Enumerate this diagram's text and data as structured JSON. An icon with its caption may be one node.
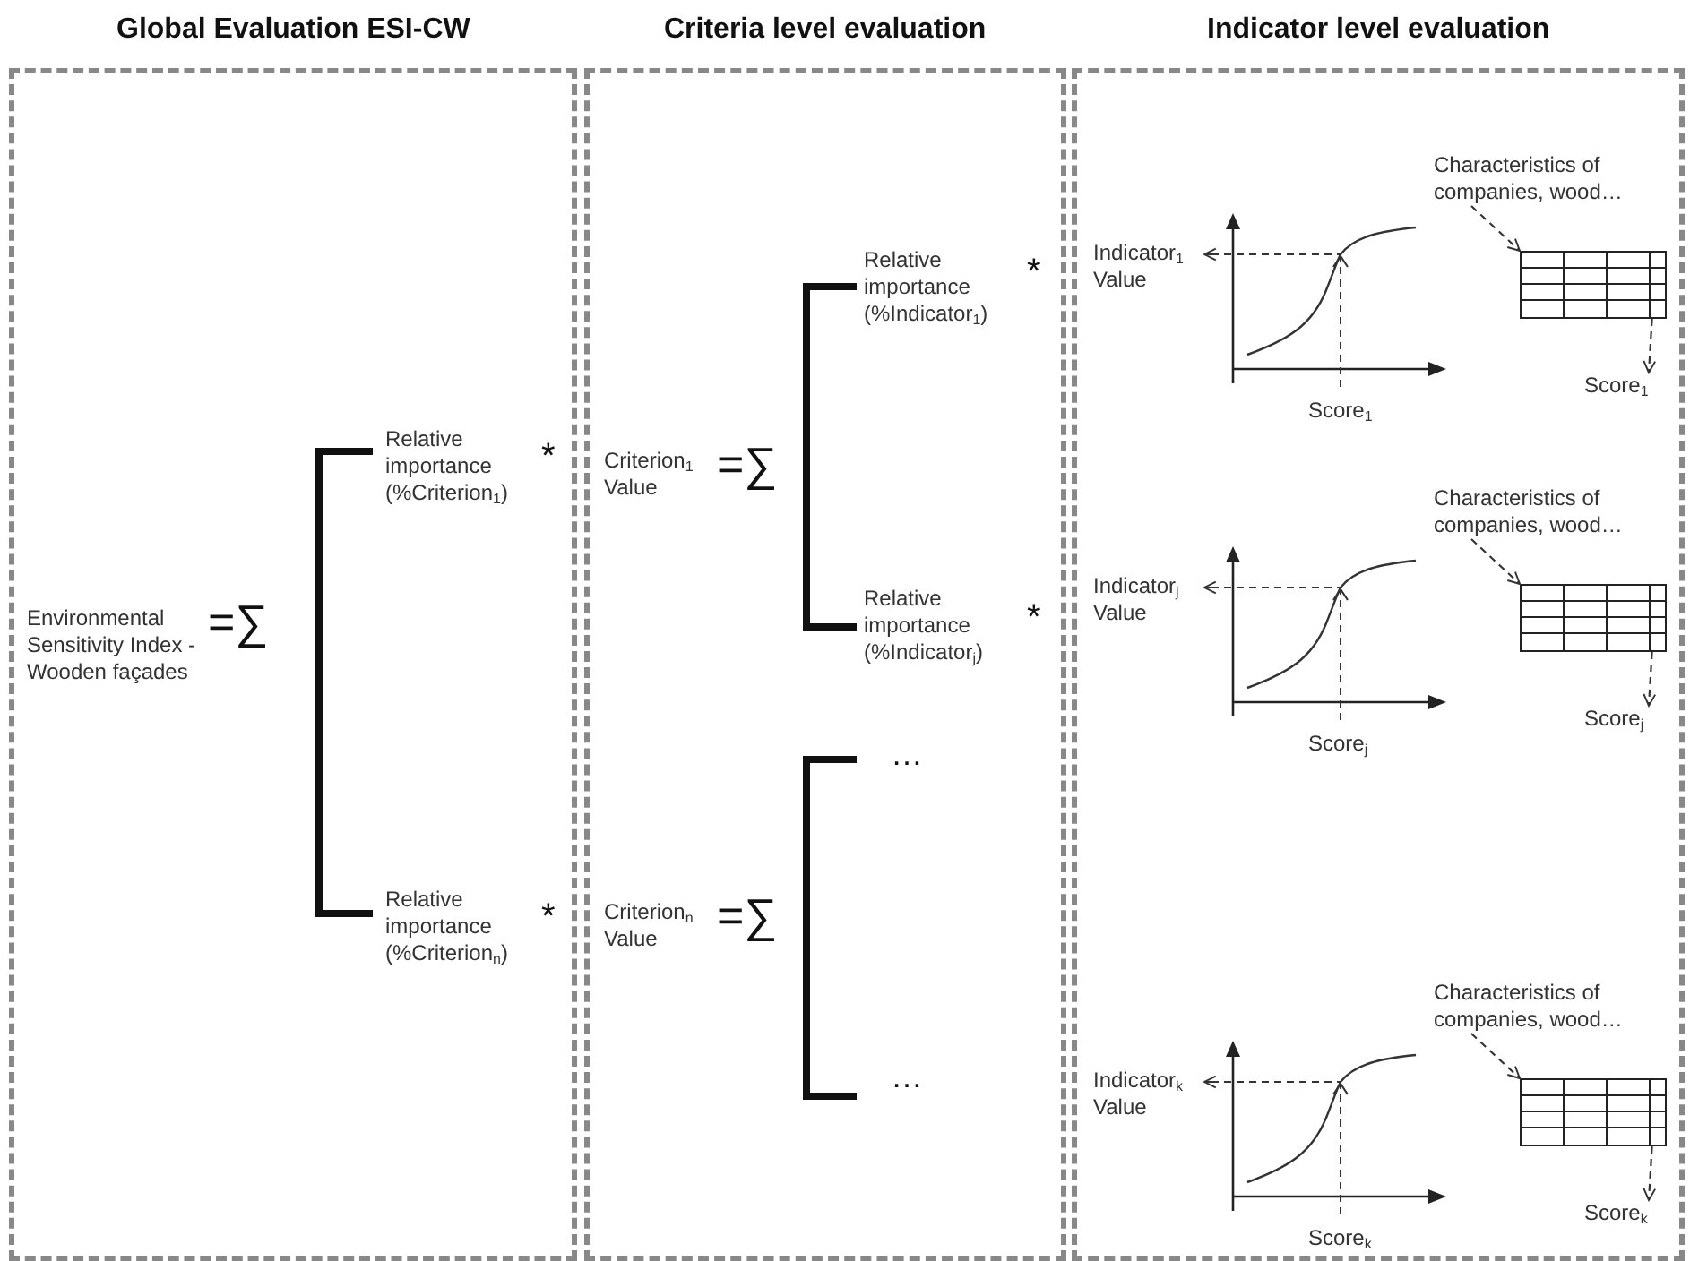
{
  "diagram": {
    "nodes": [
      {
        "text": [
          "Global Evaluation ESI-CW"
        ]
      },
      {
        "text": [
          "Criteria level evaluation"
        ]
      },
      {
        "text": [
          "Indicator level evaluation"
        ]
      },
      {
        "text": [
          "Indicator$_{1}$ Value"
        ],
        "in": 2
      },
      {
        "text": [],
        "shape": "chart",
        "in": 2,
        "beside": [
          "Score$_{1}$"
        ]
      },
      {
        "text": [
          "Characteristics of companies, wood…"
        ],
        "in": 2
      },
      {
        "text": [],
        "shape": "table",
        "in": 2
      },
      {
        "text": [
          "Score$_{1}$"
        ],
        "in": 2
      },
      {
        "text": [
          "Indicator$_{j}$ Value"
        ],
        "in": 2
      },
      {
        "text": [],
        "shape": "chart",
        "in": 2,
        "beside": [
          "Score$_{j}$"
        ]
      },
      {
        "text": [
          "Characteristics of companies, wood…"
        ],
        "in": 2
      },
      {
        "text": [],
        "shape": "table",
        "in": 2
      },
      {
        "text": [
          "Score$_{j}$"
        ],
        "in": 2
      },
      {
        "text": [
          "Indicator$_{k}$ Value"
        ],
        "in": 2
      },
      {
        "text": [],
        "shape": "chart",
        "in": 2,
        "beside": [
          "Score$_{k}$"
        ]
      },
      {
        "text": [
          "Characteristics of companies, wood…"
        ],
        "in": 2
      },
      {
        "text": [],
        "shape": "table",
        "in": 2
      },
      {
        "text": [
          "Score$_{k}$"
        ],
        "in": 2
      }
    ],
    "edges": [
      {
        "from": 4,
        "to": 3,
        "arrow": "to",
        "style": "dashed"
      },
      {
        "from": 5,
        "to": 6,
        "arrow": "to",
        "style": "dashed"
      },
      {
        "from": 6,
        "to": 7,
        "arrow": "to",
        "style": "dashed"
      },
      {
        "from": 9,
        "to": 8,
        "arrow": "to",
        "style": "dashed"
      },
      {
        "from": 10,
        "to": 11,
        "arrow": "to",
        "style": "dashed"
      },
      {
        "from": 11,
        "to": 12,
        "arrow": "to",
        "style": "dashed"
      },
      {
        "from": 14,
        "to": 13,
        "arrow": "to",
        "style": "dashed"
      },
      {
        "from": 15,
        "to": 16,
        "arrow": "to",
        "style": "dashed"
      },
      {
        "from": 16,
        "to": 17,
        "arrow": "to",
        "style": "dashed"
      }
    ],
    "labels": [
      "Environmental Sensitivity Index - Wooden façades",
      "=∑",
      "Relative importance (%Criterion$_{1}$)",
      "*",
      "Relative importance (%Criterion$_{n}$)",
      "*",
      "Criterion$_{1}$ Value",
      "=∑",
      "Relative importance (%Indicator$_{1}$)",
      "*",
      "Relative importance (%Indicator$_{j}$)",
      "*",
      "Criterion$_{n}$ Value",
      "=∑",
      "…",
      "…"
    ]
  }
}
